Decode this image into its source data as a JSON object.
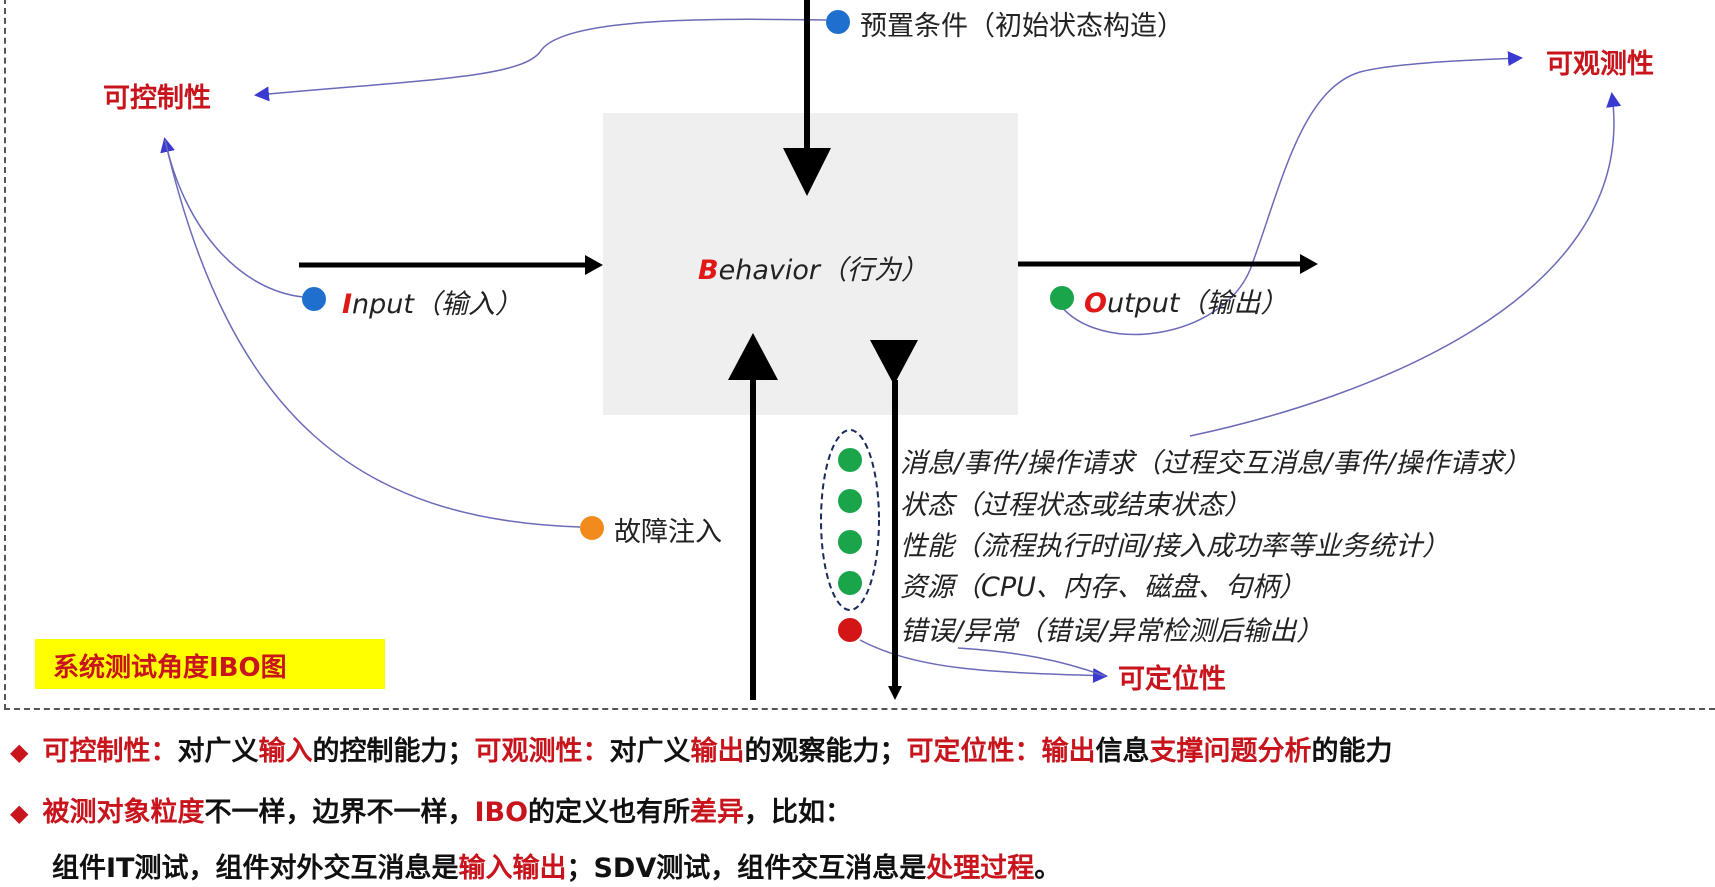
{
  "diagram": {
    "precondition": "预置条件（初始状态构造）",
    "controllability": "可控制性",
    "observability": "可观测性",
    "locatability": "可定位性",
    "behavior": {
      "letter": "B",
      "rest": "ehavior（行为）"
    },
    "input": {
      "letter": "I",
      "rest": "nput（输入）"
    },
    "output": {
      "letter": "O",
      "rest": "utput（输出）"
    },
    "fault_injection": "故障注入",
    "outputs_list": [
      "消息/事件/操作请求（过程交互消息/事件/操作请求）",
      "状态（过程状态或结束状态）",
      "性能（流程执行时间/接入成功率等业务统计）",
      "资源（CPU、内存、磁盘、句柄）",
      "错误/异常（错误/异常检测后输出）"
    ],
    "caption": "系统测试角度IBO图"
  },
  "notes": {
    "line1": {
      "a": "可控制性：",
      "b": "对广义",
      "c": "输入",
      "d": "的控制能力；",
      "e": "可观测性：",
      "f": "对广义",
      "g": "输出",
      "h": "的观察能力；",
      "i": "可定位性：",
      "j": "输出",
      "k": "信息",
      "l": "支撑问题分析",
      "m": "的能力"
    },
    "line2": {
      "a": "被测对象粒度",
      "b": "不一样，边界不一样，",
      "c": "IBO",
      "d": "的定义也有所",
      "e": "差异",
      "f": "，比如："
    },
    "line3": {
      "a": "组件IT测试，组件对外交互消息是",
      "b": "输入输出",
      "c": "；SDV测试，组件交互消息是",
      "d": "处理过程",
      "e": "。"
    }
  }
}
